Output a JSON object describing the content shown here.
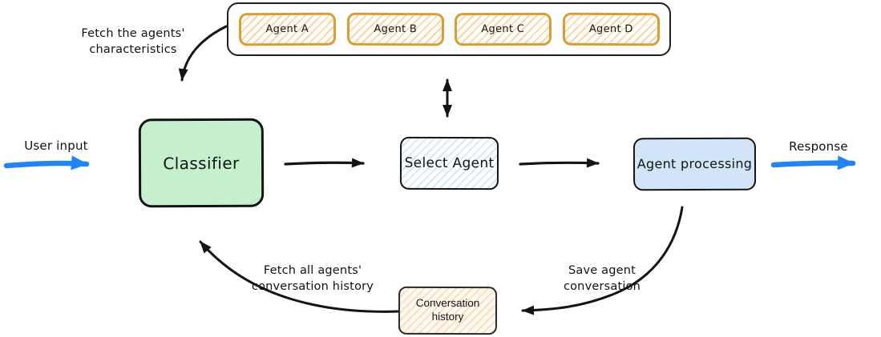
{
  "diagram": {
    "agents_panel": {
      "items": [
        "Agent A",
        "Agent B",
        "Agent C",
        "Agent D"
      ]
    },
    "nodes": {
      "classifier": "Classifier",
      "select_agent": "Select Agent",
      "agent_processing": "Agent processing",
      "conversation_history": "Conversation history"
    },
    "labels": {
      "user_input": "User input",
      "response": "Response",
      "fetch_characteristics": "Fetch the agents' characteristics",
      "fetch_history": "Fetch all agents' conversation history",
      "save_conversation": "Save agent conversation"
    },
    "colors": {
      "flow_arrow_blue": "#2483f2",
      "arrow_black": "#141414",
      "agent_box_border": "#d99e33",
      "agent_box_hatch": "#f4bf7e",
      "classifier_fill": "#c6efce",
      "select_agent_hatch": "#bcd6f0",
      "agent_processing_fill": "#d2e4f7",
      "conversation_history_hatch": "#eed5b2"
    }
  }
}
